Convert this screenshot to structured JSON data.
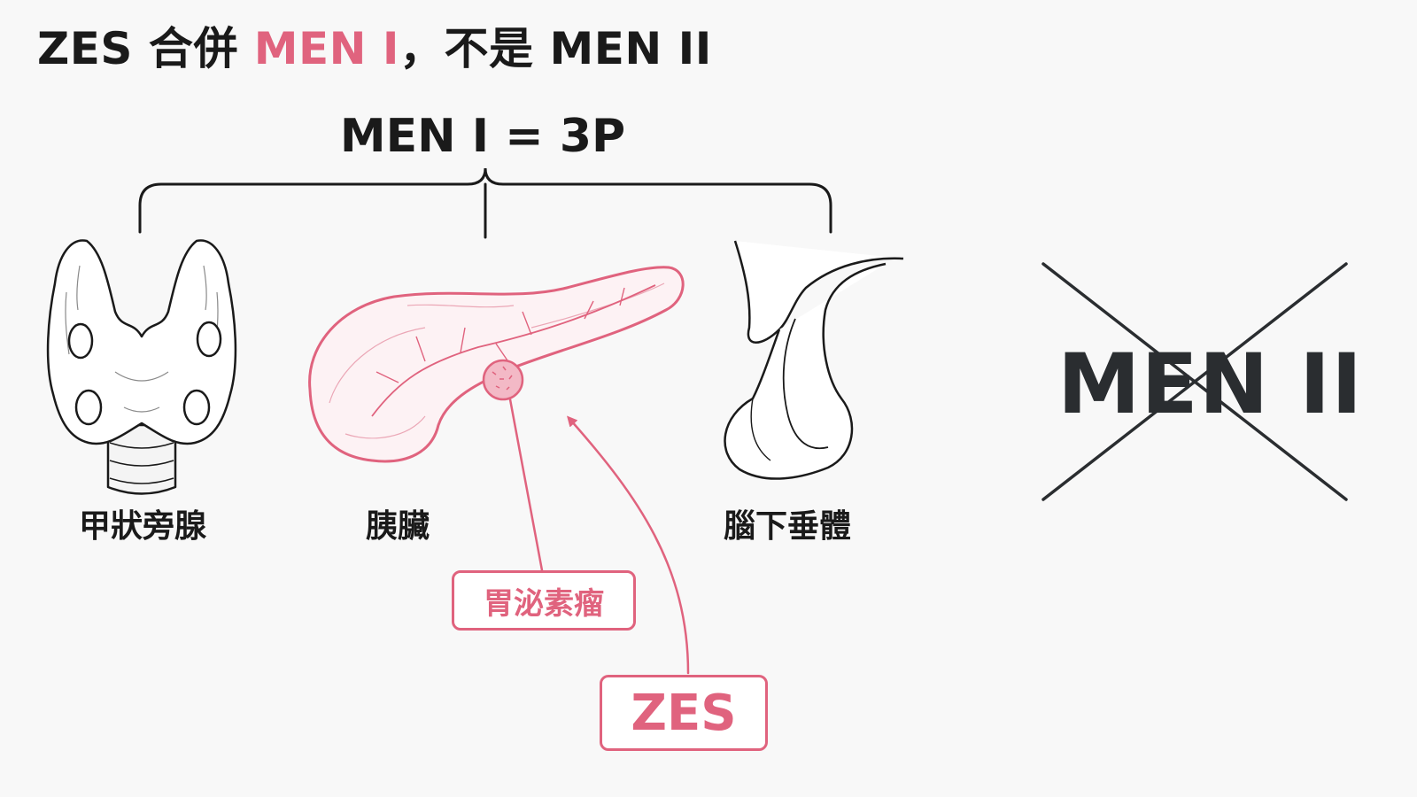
{
  "title": {
    "prefix": "ZES 合併 ",
    "highlight": "MEN I",
    "suffix": "，不是 MEN II"
  },
  "formula": "MEN I = 3P",
  "organs": {
    "parathyroid": "甲狀旁腺",
    "pancreas": "胰臟",
    "pituitary": "腦下垂體"
  },
  "callouts": {
    "gastrinoma": "胃泌素瘤",
    "zes": "ZES"
  },
  "rejected": "MEN II",
  "colors": {
    "accent": "#e0637e",
    "ink": "#1a1a1a",
    "cross": "#2a2d30"
  }
}
